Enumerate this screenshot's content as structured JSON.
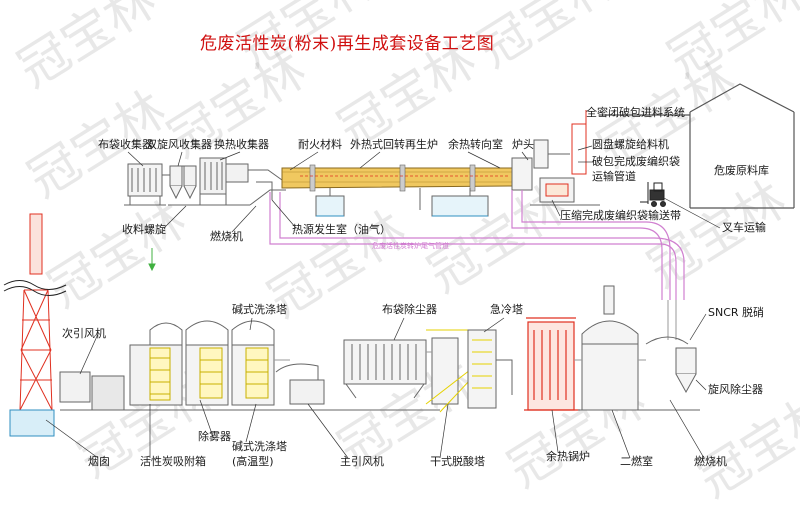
{
  "title": "危废活性炭(粉末)再生成套设备工艺图",
  "watermark": "冠宝林",
  "colors": {
    "title": "#d01010",
    "pipe_main": "#d080d0",
    "equipment": "#888888",
    "accent_yellow": "#e6d200",
    "boiler_red": "#e03020",
    "fire_orange": "#f08020",
    "flue_green": "#40b040",
    "water_blue": "#70c0e0"
  },
  "upper_labels": {
    "bag_collector": "布袋收集器",
    "double_cyclone": "双旋风收集器",
    "heat_exchange_collector": "换热收集器",
    "refractory": "耐火材料",
    "rotary_kiln": "外热式回转再生炉",
    "waste_heat_room": "余热转向室",
    "furnace_head": "炉头",
    "sealed_feed_system": "全密闭破包进料系统",
    "disc_screw_feeder": "圆盘螺旋给料机",
    "woven_bag_pipe_1": "破包完成废编织袋",
    "woven_bag_pipe_2": "运输管道",
    "hazwaste_storage": "危废原料库",
    "collect_screw": "收料螺旋",
    "burner_upper": "燃烧机",
    "heat_source_room": "热源发生室（油气）",
    "pipe_note": "危废活性炭转炉尾气管道",
    "compress_conveyor": "压缩完成废编织袋输送带",
    "forklift": "叉车运输"
  },
  "lower_labels": {
    "induced_fan": "次引风机",
    "caustic_tower": "碱式洗涤塔",
    "bag_dust": "布袋除尘器",
    "quench_tower": "急冷塔",
    "sncr": "SNCR 脱硝",
    "cyclone_dust": "旋风除尘器",
    "chimney": "烟囱",
    "carbon_box": "活性炭吸附箱",
    "demister": "除雾器",
    "caustic_high_1": "碱式洗涤塔",
    "caustic_high_2": "(高温型)",
    "main_fan": "主引风机",
    "dry_deacid": "干式脱酸塔",
    "waste_boiler": "余热锅炉",
    "second_chamber": "二燃室",
    "burner_lower": "燃烧机"
  }
}
